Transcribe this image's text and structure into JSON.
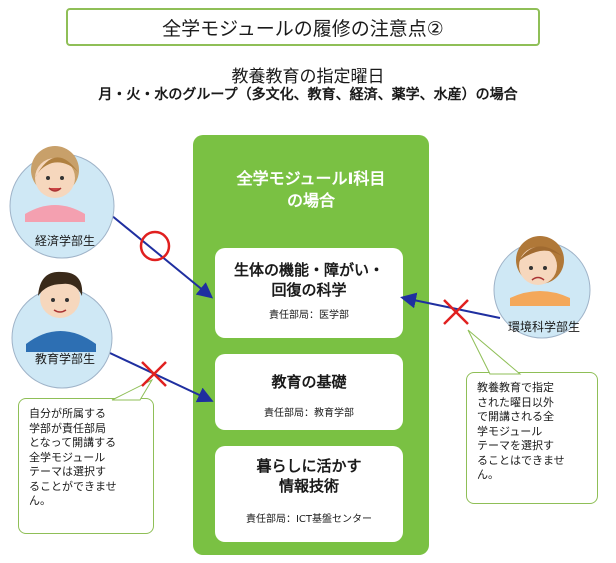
{
  "title": "全学モジュールの履修の注意点②",
  "subtitle1": "教養教育の指定曜日",
  "subtitle2": "月・火・水のグループ（多文化、教育、経済、薬学、水産）の場合",
  "panel": {
    "title_line1": "全学モジュールⅠ科目",
    "title_line2": "の場合"
  },
  "subjects": [
    {
      "name_line1": "生体の機能・障がい・",
      "name_line2": "回復の科学",
      "dept": "責任部局：医学部"
    },
    {
      "name_line1": "教育の基礎",
      "name_line2": "",
      "dept": "責任部局：教育学部"
    },
    {
      "name_line1": "暮らしに活かす",
      "name_line2": "情報技術",
      "dept": "責任部局：ICT基盤センター"
    }
  ],
  "persons": [
    {
      "label": "経済学部生"
    },
    {
      "label": "教育学部生"
    },
    {
      "label": "環境科学部生"
    }
  ],
  "callout_left": [
    "自分が所属する",
    "学部が責任部局",
    "となって開講する",
    "全学モジュール",
    "テーマは選択す",
    "ることができませ",
    "ん。"
  ],
  "callout_right": [
    "教養教育で指定",
    "された曜日以外",
    "で開講される全",
    "学モジュール",
    "テーマを選択す",
    "ることはできませ",
    "ん。"
  ],
  "colors": {
    "accent_green": "#7ac143",
    "arrow_blue": "#1f2fa0",
    "mark_red": "#e0201f",
    "person_bg": "#cfe8f5"
  }
}
